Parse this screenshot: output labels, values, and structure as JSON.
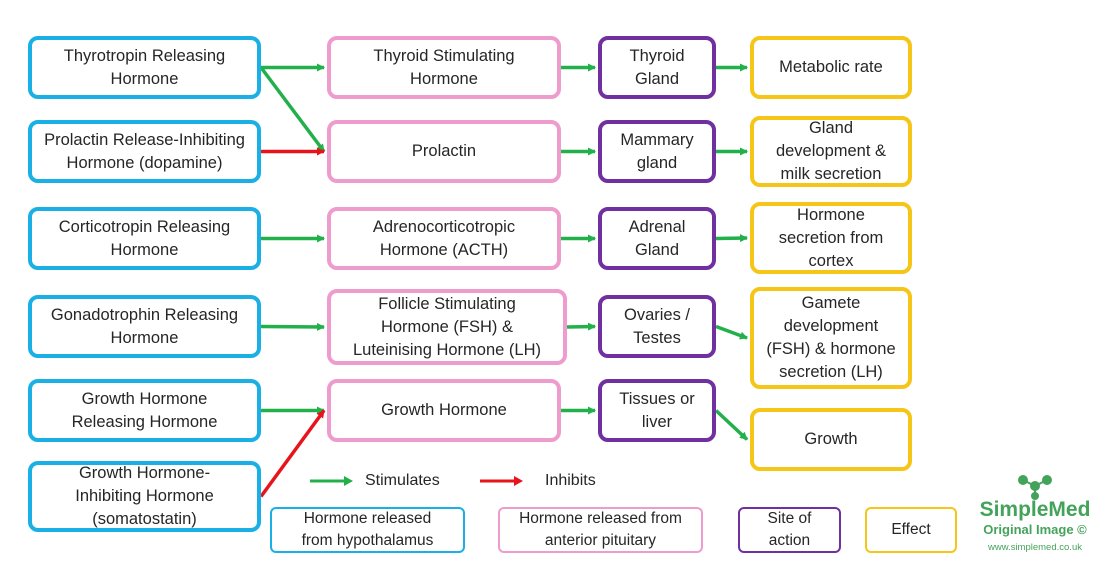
{
  "colors": {
    "hypothalamus": "#1ab0e6",
    "pituitary": "#ee9ccd",
    "site": "#7030a0",
    "effect": "#f5c518",
    "stimulate_arrow": "#22b04b",
    "inhibit_arrow": "#e8141c",
    "logo_green": "#44a35b"
  },
  "hypothalamus": [
    {
      "id": "trh",
      "label": "Thyrotropin Releasing\nHormone"
    },
    {
      "id": "pih",
      "label": "Prolactin Release-Inhibiting\nHormone (dopamine)"
    },
    {
      "id": "crh",
      "label": "Corticotropin Releasing\nHormone"
    },
    {
      "id": "gnrh",
      "label": "Gonadotrophin Releasing\nHormone"
    },
    {
      "id": "ghrh",
      "label": "Growth Hormone\nReleasing Hormone"
    },
    {
      "id": "ghih",
      "label": "Growth Hormone-\nInhibiting Hormone\n(somatostatin)"
    }
  ],
  "pituitary": [
    {
      "id": "tsh",
      "label": "Thyroid Stimulating\nHormone"
    },
    {
      "id": "prl",
      "label": "Prolactin"
    },
    {
      "id": "acth",
      "label": "Adrenocorticotropic\nHormone (ACTH)"
    },
    {
      "id": "fshlh",
      "label": "Follicle Stimulating\nHormone (FSH) &\nLuteinising Hormone (LH)"
    },
    {
      "id": "gh",
      "label": "Growth Hormone"
    }
  ],
  "sites": [
    {
      "id": "thyroid",
      "label": "Thyroid\nGland"
    },
    {
      "id": "mammary",
      "label": "Mammary\ngland"
    },
    {
      "id": "adrenal",
      "label": "Adrenal\nGland"
    },
    {
      "id": "gonads",
      "label": "Ovaries /\nTestes"
    },
    {
      "id": "tissues",
      "label": "Tissues or\nliver"
    }
  ],
  "effects": [
    {
      "id": "metabolic",
      "label": "Metabolic rate"
    },
    {
      "id": "milk",
      "label": "Gland\ndevelopment &\nmilk secretion"
    },
    {
      "id": "cortex",
      "label": "Hormone\nsecretion from\ncortex"
    },
    {
      "id": "gamete",
      "label": "Gamete\ndevelopment\n(FSH) & hormone\nsecretion (LH)"
    },
    {
      "id": "growth",
      "label": "Growth"
    }
  ],
  "arrows": [
    {
      "from": "trh",
      "to": "tsh",
      "type": "stimulates"
    },
    {
      "from": "trh",
      "to": "prl",
      "type": "stimulates"
    },
    {
      "from": "pih",
      "to": "prl",
      "type": "inhibits"
    },
    {
      "from": "crh",
      "to": "acth",
      "type": "stimulates"
    },
    {
      "from": "gnrh",
      "to": "fshlh",
      "type": "stimulates"
    },
    {
      "from": "ghrh",
      "to": "gh",
      "type": "stimulates"
    },
    {
      "from": "ghih",
      "to": "gh",
      "type": "inhibits"
    },
    {
      "from": "tsh",
      "to": "thyroid",
      "type": "stimulates"
    },
    {
      "from": "prl",
      "to": "mammary",
      "type": "stimulates"
    },
    {
      "from": "acth",
      "to": "adrenal",
      "type": "stimulates"
    },
    {
      "from": "fshlh",
      "to": "gonads",
      "type": "stimulates"
    },
    {
      "from": "gh",
      "to": "tissues",
      "type": "stimulates"
    },
    {
      "from": "thyroid",
      "to": "metabolic",
      "type": "stimulates"
    },
    {
      "from": "mammary",
      "to": "milk",
      "type": "stimulates"
    },
    {
      "from": "adrenal",
      "to": "cortex",
      "type": "stimulates"
    },
    {
      "from": "gonads",
      "to": "gamete",
      "type": "stimulates"
    },
    {
      "from": "tissues",
      "to": "growth",
      "type": "stimulates"
    }
  ],
  "legend": {
    "stimulates": "Stimulates",
    "inhibits": "Inhibits",
    "hypothalamus_key": "Hormone released\nfrom hypothalamus",
    "pituitary_key": "Hormone released from\nanterior pituitary",
    "site_key": "Site of\naction",
    "effect_key": "Effect"
  },
  "logo": {
    "name": "SimpleMed",
    "subtitle": "Original Image ©",
    "url": "www.simplemed.co.uk"
  }
}
